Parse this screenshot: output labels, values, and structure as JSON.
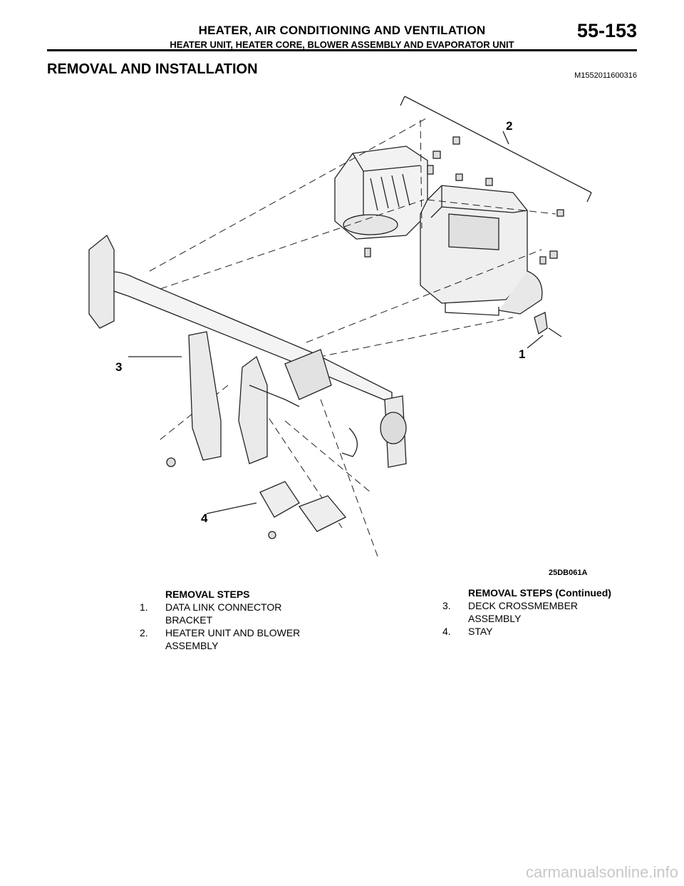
{
  "header": {
    "title": "HEATER, AIR CONDITIONING AND VENTILATION",
    "subtitle": "HEATER UNIT, HEATER CORE, BLOWER ASSEMBLY AND EVAPORATOR UNIT",
    "page_number": "55-153"
  },
  "section": {
    "title": "REMOVAL AND INSTALLATION",
    "doc_id": "M1552011600316"
  },
  "figure": {
    "code": "25DB061A",
    "callouts": [
      "1",
      "2",
      "3",
      "4"
    ]
  },
  "removal_steps": {
    "heading": "REMOVAL STEPS",
    "items": [
      {
        "num": "1.",
        "text": "DATA LINK CONNECTOR BRACKET"
      },
      {
        "num": "2.",
        "text": "HEATER UNIT AND BLOWER ASSEMBLY"
      }
    ]
  },
  "removal_steps_continued": {
    "heading": "REMOVAL STEPS (Continued)",
    "items": [
      {
        "num": "3.",
        "text": "DECK CROSSMEMBER ASSEMBLY"
      },
      {
        "num": "4.",
        "text": "STAY"
      }
    ]
  },
  "watermark": "carmanualsonline.info"
}
